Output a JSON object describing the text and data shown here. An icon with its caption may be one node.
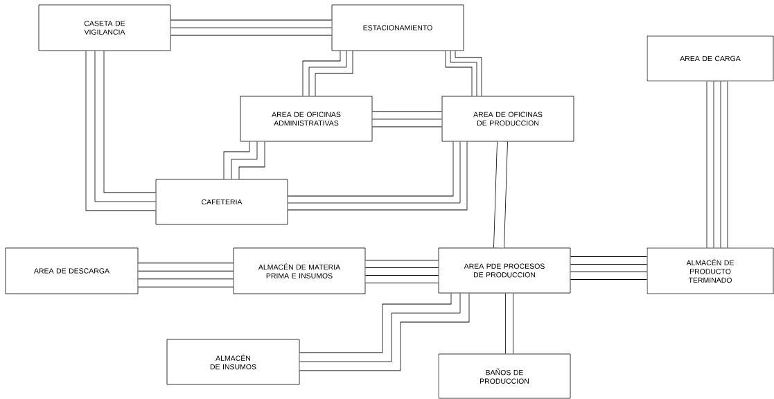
{
  "diagram": {
    "nodes": [
      {
        "text": [
          "CASETA DE VIGILANCIA"
        ]
      },
      {
        "text": [
          "ESTACIONAMIENTO"
        ]
      },
      {
        "text": [
          "AREA DE OFICINAS ADMINISTRATIVAS"
        ]
      },
      {
        "text": [
          "AREA DE OFICINAS DE PRODUCCION"
        ]
      },
      {
        "text": [
          "CAFETERIA"
        ]
      },
      {
        "text": [
          "AREA DE CARGA"
        ]
      },
      {
        "text": [
          "AREA DE DESCARGA"
        ]
      },
      {
        "text": [
          "ALMACÉN DE MATERIA PRIMA E INSUMOS"
        ]
      },
      {
        "text": [
          "AREA PDE PROCESOS DE PRODUCCION"
        ]
      },
      {
        "text": [
          "ALMACÉN DE PRODUCTO TERMINADO"
        ]
      },
      {
        "text": [
          "ALMACÉN DE INSUMOS"
        ]
      },
      {
        "text": [
          "BAÑOS DE PRODUCCION"
        ]
      }
    ],
    "edges": [
      {
        "from": 0,
        "to": 1,
        "arrow": "none"
      },
      {
        "from": 1,
        "to": 2,
        "arrow": "none"
      },
      {
        "from": 1,
        "to": 3,
        "arrow": "none"
      },
      {
        "from": 2,
        "to": 3,
        "arrow": "none"
      },
      {
        "from": 0,
        "to": 4,
        "arrow": "none"
      },
      {
        "from": 2,
        "to": 4,
        "arrow": "none"
      },
      {
        "from": 3,
        "to": 4,
        "arrow": "none"
      },
      {
        "from": 3,
        "to": 8,
        "arrow": "none"
      },
      {
        "from": 5,
        "to": 9,
        "arrow": "none"
      },
      {
        "from": 6,
        "to": 7,
        "arrow": "none"
      },
      {
        "from": 7,
        "to": 8,
        "arrow": "none"
      },
      {
        "from": 8,
        "to": 9,
        "arrow": "none"
      },
      {
        "from": 8,
        "to": 10,
        "arrow": "none"
      },
      {
        "from": 8,
        "to": 11,
        "arrow": "none"
      }
    ]
  }
}
